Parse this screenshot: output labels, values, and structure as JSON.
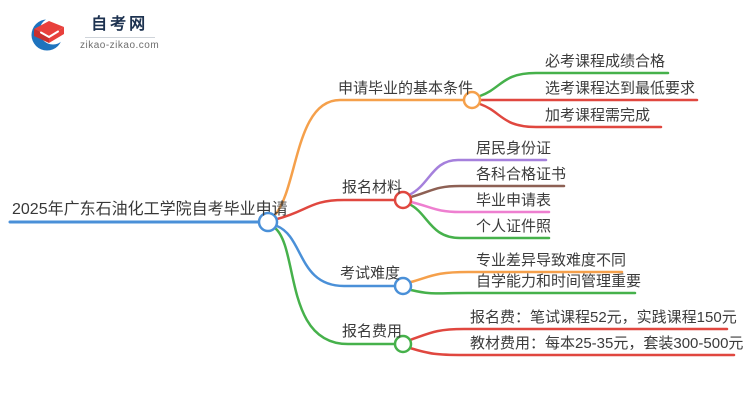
{
  "logo": {
    "title": "自考网",
    "domain": "zikao-zikao.com",
    "icon": "graduation-cap-icon",
    "colors": {
      "crescent": "#1e73be",
      "cap": "#e8403c",
      "cap_shade": "#c72f2f",
      "title": "#1d3250",
      "domain": "#6e6e6e"
    }
  },
  "mindmap": {
    "root": {
      "label": "2025年广东石油化工学院自考毕业申请",
      "color": "#4a90d8"
    },
    "branches": [
      {
        "label": "申请毕业的基本条件",
        "color": "#f5a04b",
        "children": [
          {
            "label": "必考课程成绩合格",
            "color": "#46b14b"
          },
          {
            "label": "选考课程达到最低要求",
            "color": "#e0473f"
          },
          {
            "label": "加考课程需完成",
            "color": "#e0473f"
          }
        ]
      },
      {
        "label": "报名材料",
        "color": "#e0473f",
        "children": [
          {
            "label": "居民身份证",
            "color": "#a580dc"
          },
          {
            "label": "各科合格证书",
            "color": "#8d6054"
          },
          {
            "label": "毕业申请表",
            "color": "#ee7fd0"
          },
          {
            "label": "个人证件照",
            "color": "#46b14b"
          }
        ]
      },
      {
        "label": "考试难度",
        "color": "#4a90d8",
        "children": [
          {
            "label": "专业差异导致难度不同",
            "color": "#f5a04b"
          },
          {
            "label": "自学能力和时间管理重要",
            "color": "#46b14b"
          }
        ]
      },
      {
        "label": "报名费用",
        "color": "#46b14b",
        "children": [
          {
            "label": "报名费：笔试课程52元，实践课程150元",
            "color": "#e0473f"
          },
          {
            "label": "教材费用：每本25-35元，套装300-500元",
            "color": "#e0473f"
          }
        ]
      }
    ]
  }
}
